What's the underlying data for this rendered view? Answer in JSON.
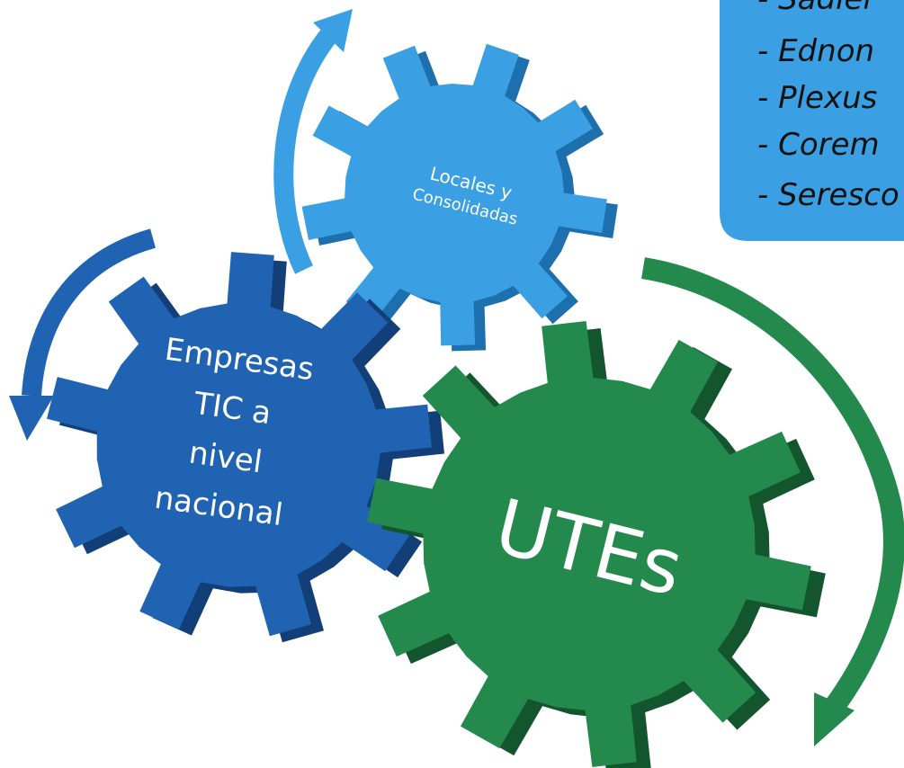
{
  "diagram": {
    "colors": {
      "light_blue": "#3aa0e3",
      "light_blue_side": "#1d6fae",
      "dark_blue": "#1f63b2",
      "dark_blue_side": "#123f77",
      "green": "#23894c",
      "green_side": "#13562e"
    },
    "gears": [
      {
        "id": "locales",
        "lines": [
          "Locales y",
          "Consolidadas"
        ],
        "color": "light_blue"
      },
      {
        "id": "empresas",
        "lines": [
          "Empresas",
          "TIC a",
          "nivel",
          "nacional"
        ],
        "color": "dark_blue"
      },
      {
        "id": "utes",
        "lines": [
          "UTEs"
        ],
        "color": "green"
      }
    ],
    "callout": {
      "items": [
        "- Sadiel",
        "- Ednon",
        "- Plexus",
        "- Corem",
        "- Seresco"
      ]
    }
  }
}
